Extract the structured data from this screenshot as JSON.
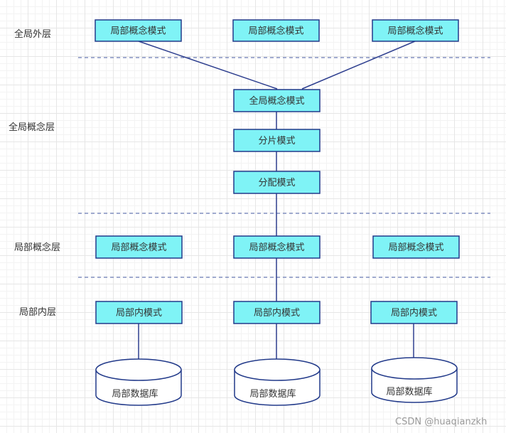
{
  "colors": {
    "box_fill": "#7ff3f6",
    "box_stroke": "#223a8a",
    "line": "#2e3f8f",
    "divider": "#6a7bb5"
  },
  "layers": {
    "global_external": "全局外层",
    "global_conceptual": "全局概念层",
    "local_conceptual": "局部概念层",
    "local_internal": "局部内层"
  },
  "external_schemas": [
    "局部概念模式",
    "局部概念模式",
    "局部概念模式"
  ],
  "global": {
    "conceptual_schema": "全局概念模式",
    "fragment_schema": "分片模式",
    "allocation_schema": "分配模式"
  },
  "local_conceptual_schemas": [
    "局部概念模式",
    "局部概念模式",
    "局部概念模式"
  ],
  "local_internal_schemas": [
    "局部内模式",
    "局部内模式",
    "局部内模式"
  ],
  "databases": [
    "局部数据库",
    "局部数据库",
    "局部数据库"
  ],
  "watermark": "CSDN @huaqianzkh"
}
